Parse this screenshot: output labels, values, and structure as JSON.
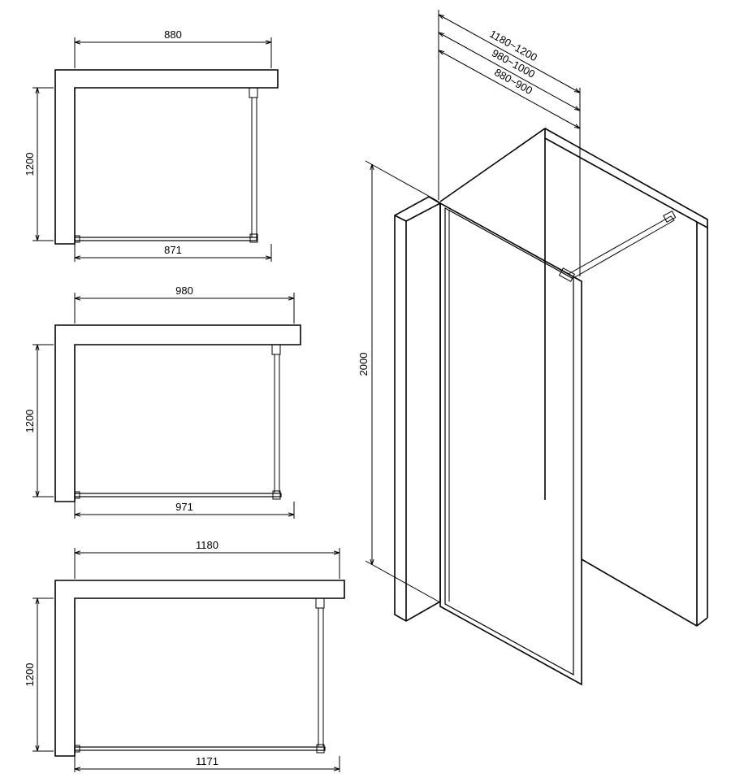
{
  "plans": [
    {
      "id": "plan-880",
      "width_label": "880",
      "depth_label": "1200",
      "glass_label": "871"
    },
    {
      "id": "plan-980",
      "width_label": "980",
      "depth_label": "1200",
      "glass_label": "971"
    },
    {
      "id": "plan-1180",
      "width_label": "1180",
      "depth_label": "1200",
      "glass_label": "1171"
    }
  ],
  "iso": {
    "height_label": "2000",
    "range_labels": [
      "1180~1200",
      "980~1000",
      "880~900"
    ]
  }
}
